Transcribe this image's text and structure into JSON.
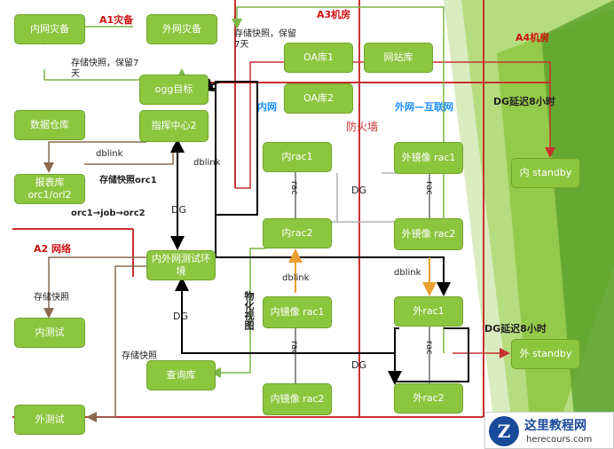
{
  "regions": {
    "a1": "A1灾备",
    "a2": "A2 网络",
    "a3": "A3机房",
    "a4": "A4机房",
    "internal_net": "内网",
    "external_net": "外网—互联网",
    "firewall": "防火墙"
  },
  "boxes": {
    "internal_dr": "内网灾备",
    "external_dr": "外网灾备",
    "ogg_target": "ogg目标",
    "data_warehouse": "数据仓库",
    "command_center": "指挥中心2",
    "report_db": "报表库 orc1/orl2",
    "test_env": "内外网测试环境",
    "internal_test": "内测试",
    "external_test": "外测试",
    "query_db": "查询库",
    "oa_db_1": "OA库1",
    "web_db": "网站库",
    "oa_db_2": "OA库2",
    "internal_rac1": "内rac1",
    "internal_rac2": "内rac2",
    "ext_mirror_rac1": "外镜像 rac1",
    "ext_mirror_rac2": "外镜像 rac2",
    "int_mirror_rac1": "内镜像 rac1",
    "int_mirror_rac2": "内镜像 rac2",
    "ext_rac1": "外rac1",
    "ext_rac2": "外rac2",
    "int_standby": "内 standby",
    "ext_standby": "外 standby"
  },
  "labels": {
    "snapshot_keep7": "存储快照，保留7天",
    "dg_delay": "DG延迟8小时",
    "dblink": "dblink",
    "snapshot_orc1": "存储快照orc1",
    "orc_job": "orc1→job→orc2",
    "dg": "DG",
    "snapshot": "存储快照",
    "mview": "物化视图",
    "rac": "rac"
  },
  "watermark": {
    "title": "这里教程网",
    "url": "herecours.com"
  },
  "colors": {
    "box_fill": "#8cc63f",
    "region_border": "#c83030",
    "dblink_arrow": "#e8a030",
    "dg_arrow": "#000000",
    "snapshot_arrow": "#7ab648"
  }
}
